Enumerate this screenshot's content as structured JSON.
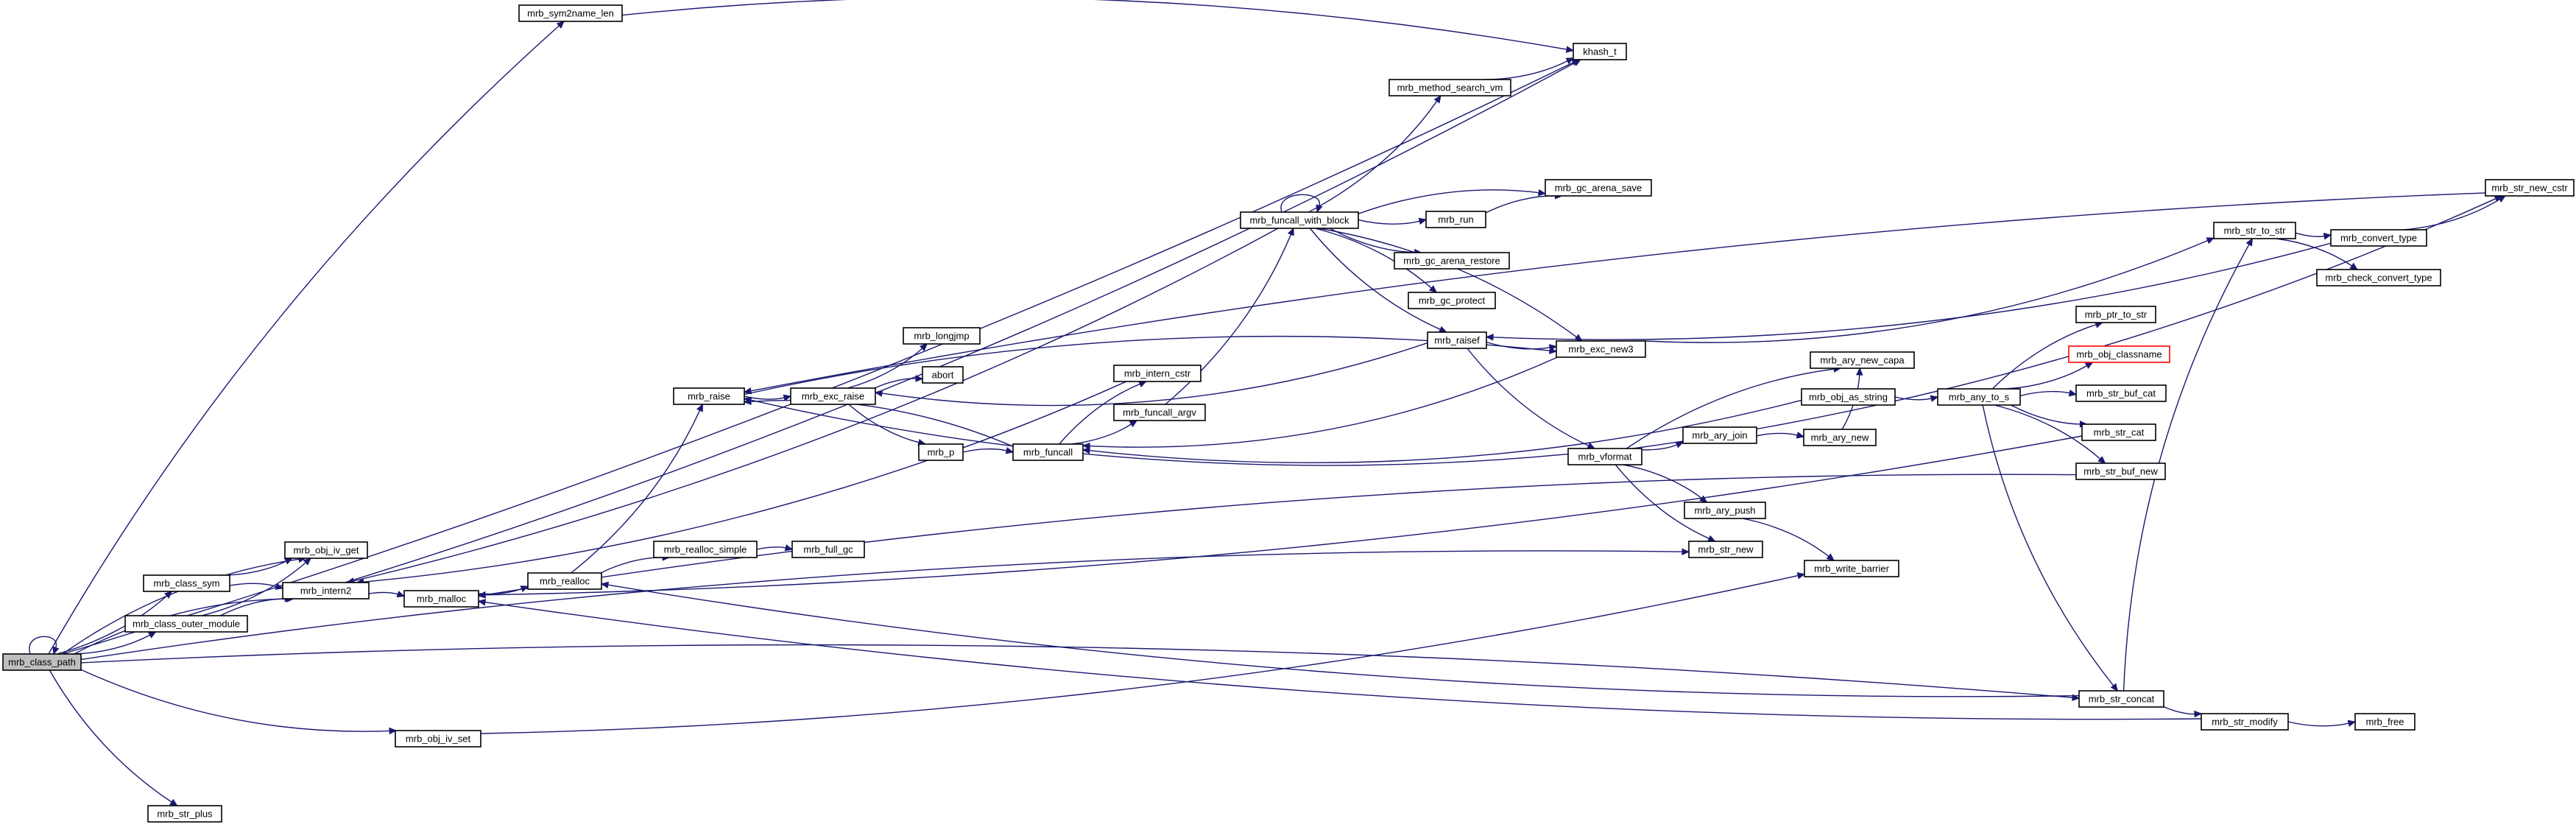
{
  "diagram": {
    "type": "call-graph",
    "colors": {
      "edge": "#191970",
      "root_fill": "#bfbfbf",
      "node_border": "#000000",
      "undocumented_border": "#ff0000"
    },
    "nodes": [
      {
        "id": "class_path",
        "label": "mrb_class_path",
        "style": "root"
      },
      {
        "id": "sym2name_len",
        "label": "mrb_sym2name_len"
      },
      {
        "id": "khash_t",
        "label": "khash_t"
      },
      {
        "id": "obj_iv_get",
        "label": "mrb_obj_iv_get"
      },
      {
        "id": "class_sym",
        "label": "mrb_class_sym"
      },
      {
        "id": "intern2",
        "label": "mrb_intern2"
      },
      {
        "id": "class_outer_module",
        "label": "mrb_class_outer_module"
      },
      {
        "id": "malloc",
        "label": "mrb_malloc"
      },
      {
        "id": "realloc",
        "label": "mrb_realloc"
      },
      {
        "id": "realloc_simple",
        "label": "mrb_realloc_simple"
      },
      {
        "id": "full_gc",
        "label": "mrb_full_gc"
      },
      {
        "id": "raise",
        "label": "mrb_raise"
      },
      {
        "id": "exc_raise",
        "label": "mrb_exc_raise"
      },
      {
        "id": "longjmp",
        "label": "mrb_longjmp"
      },
      {
        "id": "abort",
        "label": "abort"
      },
      {
        "id": "p",
        "label": "mrb_p"
      },
      {
        "id": "funcall",
        "label": "mrb_funcall"
      },
      {
        "id": "intern_cstr",
        "label": "mrb_intern_cstr"
      },
      {
        "id": "funcall_argv",
        "label": "mrb_funcall_argv"
      },
      {
        "id": "funcall_with_block",
        "label": "mrb_funcall_with_block"
      },
      {
        "id": "method_search_vm",
        "label": "mrb_method_search_vm"
      },
      {
        "id": "run",
        "label": "mrb_run"
      },
      {
        "id": "gc_arena_save",
        "label": "mrb_gc_arena_save"
      },
      {
        "id": "gc_arena_restore",
        "label": "mrb_gc_arena_restore"
      },
      {
        "id": "gc_protect",
        "label": "mrb_gc_protect"
      },
      {
        "id": "raisef",
        "label": "mrb_raisef"
      },
      {
        "id": "exc_new3",
        "label": "mrb_exc_new3"
      },
      {
        "id": "vformat",
        "label": "mrb_vformat"
      },
      {
        "id": "ary_join",
        "label": "mrb_ary_join"
      },
      {
        "id": "ary_new",
        "label": "mrb_ary_new"
      },
      {
        "id": "ary_new_capa",
        "label": "mrb_ary_new_capa"
      },
      {
        "id": "obj_as_string",
        "label": "mrb_obj_as_string"
      },
      {
        "id": "any_to_s",
        "label": "mrb_any_to_s"
      },
      {
        "id": "ptr_to_str",
        "label": "mrb_ptr_to_str"
      },
      {
        "id": "obj_classname",
        "label": "mrb_obj_classname",
        "style": "red"
      },
      {
        "id": "str_buf_cat",
        "label": "mrb_str_buf_cat"
      },
      {
        "id": "str_cat",
        "label": "mrb_str_cat"
      },
      {
        "id": "str_buf_new",
        "label": "mrb_str_buf_new"
      },
      {
        "id": "ary_push",
        "label": "mrb_ary_push"
      },
      {
        "id": "str_new",
        "label": "mrb_str_new"
      },
      {
        "id": "write_barrier",
        "label": "mrb_write_barrier"
      },
      {
        "id": "str_to_str",
        "label": "mrb_str_to_str"
      },
      {
        "id": "convert_type",
        "label": "mrb_convert_type"
      },
      {
        "id": "check_convert_type",
        "label": "mrb_check_convert_type"
      },
      {
        "id": "str_new_cstr",
        "label": "mrb_str_new_cstr"
      },
      {
        "id": "str_concat",
        "label": "mrb_str_concat"
      },
      {
        "id": "str_modify",
        "label": "mrb_str_modify"
      },
      {
        "id": "free",
        "label": "mrb_free"
      },
      {
        "id": "obj_iv_set",
        "label": "mrb_obj_iv_set"
      },
      {
        "id": "str_plus",
        "label": "mrb_str_plus"
      }
    ],
    "edges": [
      [
        "class_path",
        "class_path"
      ],
      [
        "class_path",
        "sym2name_len"
      ],
      [
        "class_path",
        "khash_t"
      ],
      [
        "class_path",
        "obj_iv_get"
      ],
      [
        "class_path",
        "class_sym"
      ],
      [
        "class_path",
        "intern2"
      ],
      [
        "class_path",
        "class_outer_module"
      ],
      [
        "class_path",
        "str_new"
      ],
      [
        "class_path",
        "obj_iv_set"
      ],
      [
        "class_path",
        "str_concat"
      ],
      [
        "class_path",
        "str_plus"
      ],
      [
        "sym2name_len",
        "khash_t"
      ],
      [
        "class_sym",
        "obj_iv_get"
      ],
      [
        "class_sym",
        "intern2"
      ],
      [
        "class_outer_module",
        "obj_iv_get"
      ],
      [
        "class_outer_module",
        "intern2"
      ],
      [
        "intern2",
        "khash_t"
      ],
      [
        "intern2",
        "malloc"
      ],
      [
        "malloc",
        "realloc"
      ],
      [
        "realloc",
        "realloc_simple"
      ],
      [
        "realloc",
        "raise"
      ],
      [
        "realloc_simple",
        "full_gc"
      ],
      [
        "raise",
        "exc_raise"
      ],
      [
        "raise",
        "exc_new3"
      ],
      [
        "exc_raise",
        "longjmp"
      ],
      [
        "exc_raise",
        "abort"
      ],
      [
        "exc_raise",
        "p"
      ],
      [
        "p",
        "funcall"
      ],
      [
        "funcall",
        "raise"
      ],
      [
        "funcall",
        "intern_cstr"
      ],
      [
        "funcall",
        "funcall_argv"
      ],
      [
        "intern_cstr",
        "intern2"
      ],
      [
        "funcall_argv",
        "funcall_with_block"
      ],
      [
        "funcall_with_block",
        "funcall_with_block"
      ],
      [
        "funcall_with_block",
        "method_search_vm"
      ],
      [
        "funcall_with_block",
        "intern2"
      ],
      [
        "funcall_with_block",
        "run"
      ],
      [
        "funcall_with_block",
        "gc_arena_save"
      ],
      [
        "funcall_with_block",
        "gc_arena_restore"
      ],
      [
        "funcall_with_block",
        "gc_protect"
      ],
      [
        "funcall_with_block",
        "raisef"
      ],
      [
        "funcall_with_block",
        "exc_new3"
      ],
      [
        "method_search_vm",
        "khash_t"
      ],
      [
        "run",
        "gc_arena_save"
      ],
      [
        "raisef",
        "exc_new3"
      ],
      [
        "raisef",
        "exc_raise"
      ],
      [
        "raisef",
        "vformat"
      ],
      [
        "exc_new3",
        "funcall"
      ],
      [
        "exc_new3",
        "str_to_str"
      ],
      [
        "vformat",
        "ary_new_capa"
      ],
      [
        "vformat",
        "ary_join"
      ],
      [
        "vformat",
        "ary_push"
      ],
      [
        "vformat",
        "str_new"
      ],
      [
        "vformat",
        "raise"
      ],
      [
        "vformat",
        "str_new_cstr"
      ],
      [
        "ary_join",
        "ary_new"
      ],
      [
        "ary_new",
        "ary_new_capa"
      ],
      [
        "obj_as_string",
        "funcall"
      ],
      [
        "obj_as_string",
        "any_to_s"
      ],
      [
        "any_to_s",
        "ptr_to_str"
      ],
      [
        "any_to_s",
        "obj_classname"
      ],
      [
        "any_to_s",
        "str_buf_cat"
      ],
      [
        "any_to_s",
        "str_cat"
      ],
      [
        "any_to_s",
        "str_buf_new"
      ],
      [
        "any_to_s",
        "str_concat"
      ],
      [
        "str_cat",
        "malloc"
      ],
      [
        "str_buf_new",
        "malloc"
      ],
      [
        "ary_push",
        "write_barrier"
      ],
      [
        "str_to_str",
        "convert_type"
      ],
      [
        "str_to_str",
        "check_convert_type"
      ],
      [
        "convert_type",
        "str_new_cstr"
      ],
      [
        "convert_type",
        "raisef"
      ],
      [
        "str_new_cstr",
        "raise"
      ],
      [
        "str_concat",
        "str_to_str"
      ],
      [
        "str_concat",
        "str_modify"
      ],
      [
        "str_concat",
        "realloc"
      ],
      [
        "str_modify",
        "free"
      ],
      [
        "str_modify",
        "malloc"
      ],
      [
        "obj_iv_set",
        "write_barrier"
      ]
    ]
  }
}
